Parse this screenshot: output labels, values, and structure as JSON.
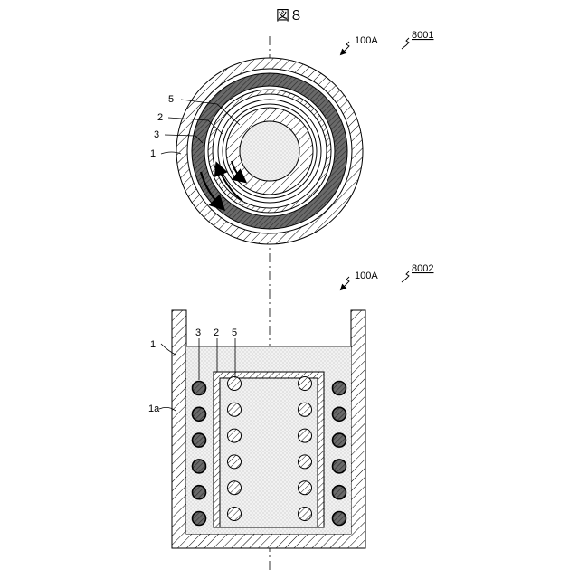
{
  "figure": {
    "title": "図８"
  },
  "top_view": {
    "device_label": "100A",
    "view_label": "8001",
    "component_labels": [
      "5",
      "2",
      "3",
      "1"
    ]
  },
  "side_view": {
    "device_label": "100A",
    "view_label": "8002",
    "component_labels": [
      "3",
      "2",
      "5",
      "1",
      "1a"
    ],
    "coil_rows": 6
  },
  "colors": {
    "stroke": "#000000",
    "ring_dark": "#5a5a5a",
    "fill_light": "#ececec"
  }
}
